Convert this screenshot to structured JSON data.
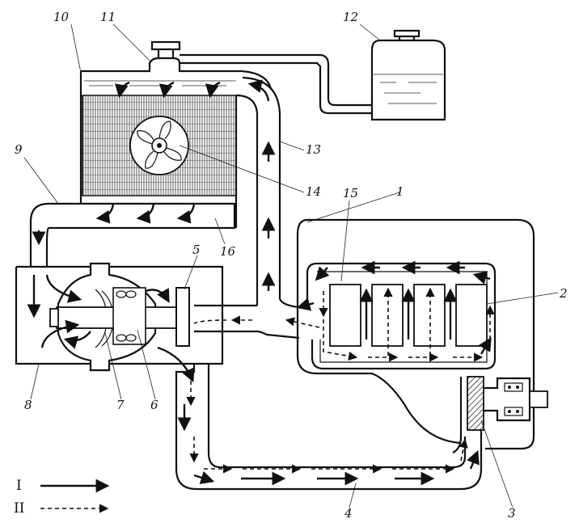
{
  "labels": {
    "l1": "1",
    "l2": "2",
    "l3": "3",
    "l4": "4",
    "l5": "5",
    "l6": "6",
    "l7": "7",
    "l8": "8",
    "l9": "9",
    "l10": "10",
    "l11": "11",
    "l12": "12",
    "l13": "13",
    "l14": "14",
    "l15": "15",
    "l16": "16"
  },
  "legend": {
    "solid_symbol": "I",
    "dashed_symbol": "II"
  }
}
